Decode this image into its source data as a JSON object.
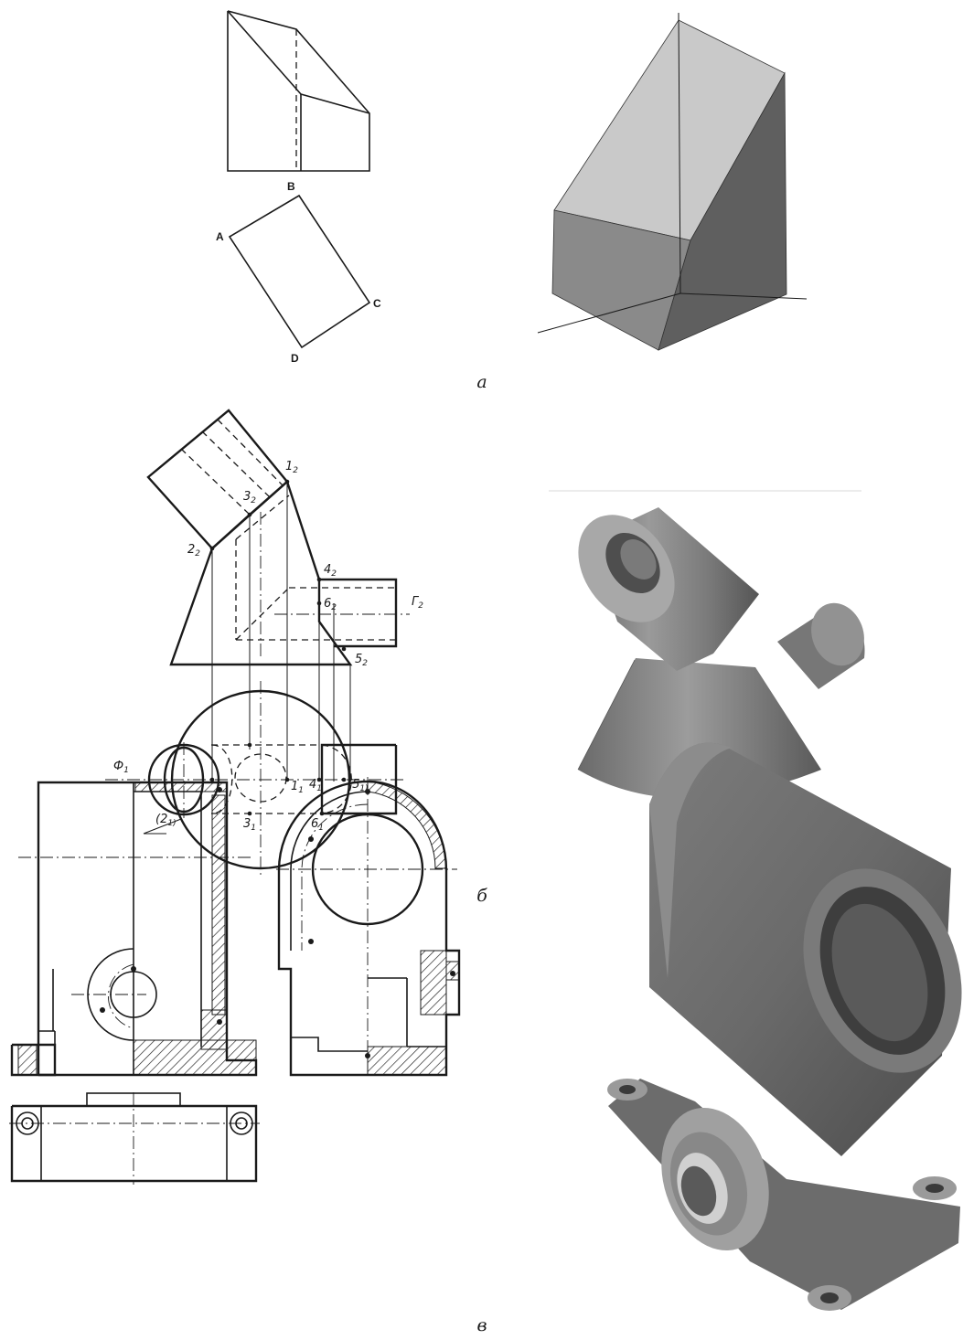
{
  "panels": {
    "a": {
      "caption": "а",
      "vertex_labels": [
        "A",
        "B",
        "C",
        "D"
      ]
    },
    "b": {
      "caption": "б",
      "point_labels": [
        "1",
        "2",
        "3",
        "4",
        "6",
        "5",
        "Г",
        "Ф",
        "1",
        "4",
        "(5",
        "(2",
        "3",
        "6"
      ],
      "subscripts": [
        "2",
        "2",
        "2",
        "2",
        "2",
        "2",
        "2",
        "1",
        "1",
        "1",
        "1)",
        "1)",
        "1",
        "1"
      ]
    },
    "c": {
      "caption": "в"
    }
  },
  "colors": {
    "line": "#1a1a1a",
    "face_light": "#c8c8c8",
    "face_mid": "#8a8a8a",
    "face_dark": "#5f5f5f"
  }
}
